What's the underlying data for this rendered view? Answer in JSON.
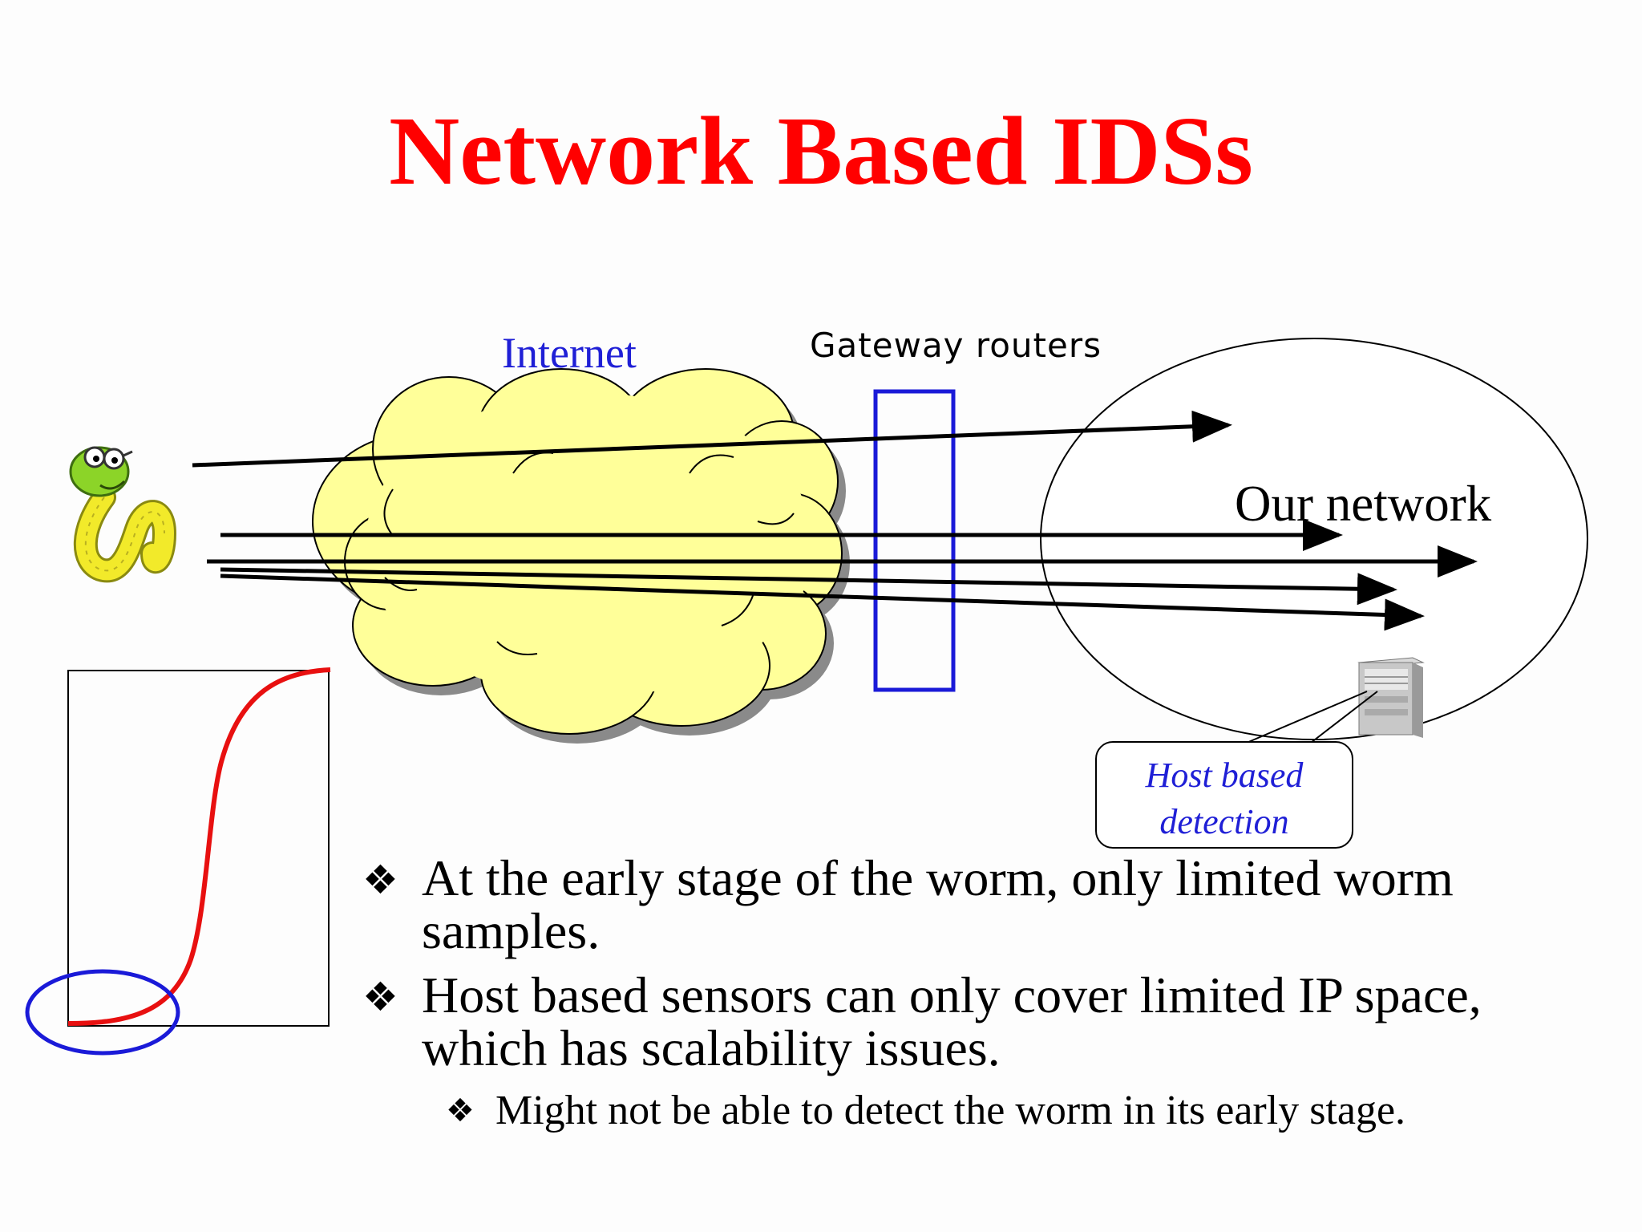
{
  "slide": {
    "title": "Network Based IDSs"
  },
  "diagram": {
    "internet_label": "Internet",
    "gateway_label": "Gateway routers",
    "network_label": "Our network",
    "callout_text": "Host based detection",
    "colors": {
      "title": "#ff0000",
      "cloud_fill": "#ffff99",
      "router_box": "#1a1ad8",
      "label_blue": "#1f1fd6",
      "curve": "#e81010",
      "highlight_ellipse": "#1a1ad8"
    },
    "icons": [
      "worm-icon",
      "server-icon"
    ]
  },
  "bullets": [
    {
      "text": "At the early stage of the worm, only limited worm samples.",
      "level": 1
    },
    {
      "text": "Host based sensors can only cover limited IP space, which has scalability issues.",
      "level": 1
    },
    {
      "text": "Might not be able to detect the worm in its early stage.",
      "level": 2
    }
  ]
}
